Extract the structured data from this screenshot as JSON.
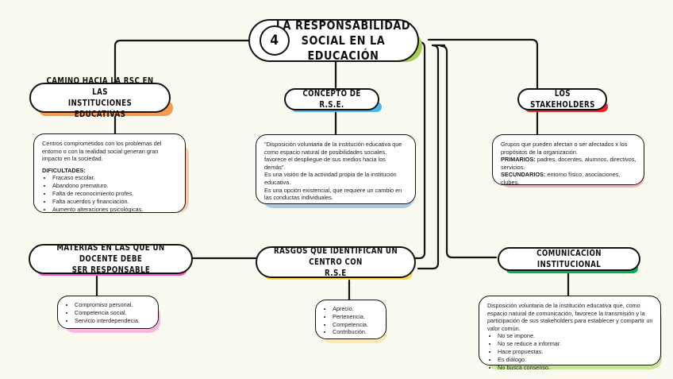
{
  "background_color": "#faf9f0",
  "central": {
    "number": "4",
    "title_line1": "LA RESPONSABILIDAD",
    "title_line2": "SOCIAL EN LA EDUCACIÓN",
    "accent_color": "#a8cf55"
  },
  "branches": [
    {
      "id": "camino",
      "heading_line1": "CAMINO HACIA LA RSC EN LAS",
      "heading_line2": "INSTITUCIONES EDUCATIVAS",
      "accent_color": "#f79a4b",
      "body": {
        "paragraph": "Centros comprometidos con los problemas del entorno o con la realidad social generan gran impacto en la sociedad.",
        "list_title": "DIFICULTADES:",
        "items": [
          "Fracaso escolar.",
          "Abandono prematuro.",
          "Falta de reconocimiento profes.",
          "Falta acuerdos y financiación.",
          "Aumento alteraciones psicológicas."
        ]
      }
    },
    {
      "id": "concepto",
      "heading_line1": "CONCEPTO DE R.S.E.",
      "heading_line2": "",
      "accent_color": "#4bb6ef",
      "body": {
        "paragraph1": "\"Disposición voluntaria de la institución educativa que como espacio natural de posibilidades sociales, favorece el despliegue de sus medios hacia los demás\".",
        "paragraph2": "Es una visión de la actividad propia de la institución educativa.",
        "paragraph3": "Es una opción existencial, que requiere un cambio en las conductas individuales."
      }
    },
    {
      "id": "stakeholders",
      "heading_line1": "LOS STAKEHOLDERS",
      "heading_line2": "",
      "accent_color": "#f32020",
      "body": {
        "paragraph": "Grupos que pueden afectan o ser afectados x los propósitos de la organización.",
        "primarios_label": "PRIMARIOS:",
        "primarios_text": " padres, docentes, alumnos, directivos, servicios.",
        "secundarios_label": "SECUNDARIOS:",
        "secundarios_text": " entorno físico, asociaciones, clubes."
      }
    },
    {
      "id": "materias",
      "heading_line1": "MATERIAS EN LAS QUE UN DOCENTE DEBE",
      "heading_line2": "SER RESPONSABLE",
      "accent_color": "#f957c2",
      "body": {
        "items": [
          "Compromiso personal.",
          "Competencia social.",
          "Servicio interdependecia."
        ]
      }
    },
    {
      "id": "rasgos",
      "heading_line1": "RASGOS QUE IDENTIFICAN UN CENTRO CON",
      "heading_line2": "R.S.E",
      "accent_color": "#ffd84d",
      "body": {
        "items": [
          "Aprecio.",
          "Pertenencia.",
          "Competencia.",
          "Contribución."
        ]
      }
    },
    {
      "id": "comunicacion",
      "heading_line1": "COMUNICACIÓN INSTITUCIONAL",
      "heading_line2": "",
      "accent_color": "#00b14f",
      "body": {
        "paragraph": "Disposición voluntaria de la institución educativa que, como espacio natural de comunicación, favorece la transmisión y la participación de sus stakeholders para establecer y compartir un valor común.",
        "items": [
          "No se impone.",
          "No se reduce a informar.",
          "Hace propuestas.",
          "Es diálogo.",
          "No busca consenso."
        ]
      }
    }
  ]
}
